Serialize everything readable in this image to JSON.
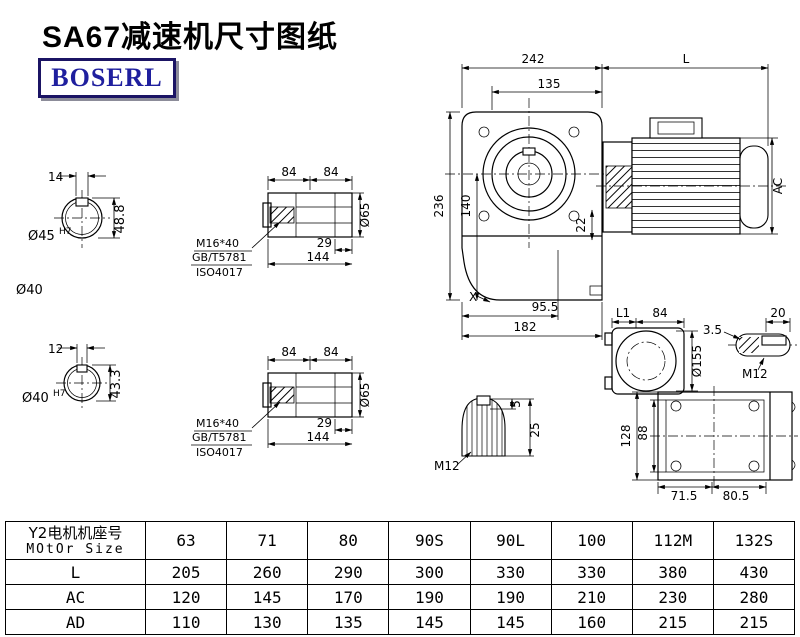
{
  "title": "SA67减速机尺寸图纸",
  "logo": "BOSERL",
  "drawing": {
    "shaft_end_1": {
      "keyway_width": "14",
      "height": "48.8",
      "bore": "Ø45",
      "bore_tol": "H7",
      "label_below": "Ø40"
    },
    "shaft_end_2": {
      "keyway_width": "12",
      "height": "43.3",
      "bore": "Ø40",
      "bore_tol": "H7"
    },
    "shaft_side_1": {
      "len_a": "84",
      "len_b": "84",
      "len_c": "29",
      "len_total": "144",
      "dia": "Ø65",
      "bolt": "M16*40",
      "std_gb": "GB/T5781",
      "std_iso": "ISO4017"
    },
    "shaft_side_2": {
      "len_a": "84",
      "len_b": "84",
      "len_c": "29",
      "len_total": "144",
      "dia": "Ø65",
      "bolt": "M16*40",
      "std_gb": "GB/T5781",
      "std_iso": "ISO4017"
    },
    "front_view": {
      "width": "242",
      "motor_len": "L",
      "flange_w": "135",
      "height": "236",
      "center_h": "140",
      "shoulder": "22",
      "mark": "X",
      "base_a": "95.5",
      "base_b": "182",
      "motor_dia": "AC"
    },
    "side_view": {
      "l1": "L1",
      "w": "84",
      "key_t": "3.5",
      "key_l": "20",
      "flange_dia": "Ø155",
      "thread": "M12"
    },
    "key_section": {
      "h5": "5",
      "h25": "25",
      "thread": "M12"
    },
    "top_view": {
      "h128": "128",
      "h88": "88",
      "w1": "71.5",
      "w2": "80.5"
    }
  },
  "table": {
    "header_cn": "Y2电机机座号",
    "header_en": "MOtOr Size",
    "columns": [
      "63",
      "71",
      "80",
      "90S",
      "90L",
      "100",
      "112M",
      "132S"
    ],
    "rows": [
      {
        "label": "L",
        "values": [
          "205",
          "260",
          "290",
          "300",
          "330",
          "330",
          "380",
          "430"
        ]
      },
      {
        "label": "AC",
        "values": [
          "120",
          "145",
          "170",
          "190",
          "190",
          "210",
          "230",
          "280"
        ]
      },
      {
        "label": "AD",
        "values": [
          "110",
          "130",
          "135",
          "145",
          "145",
          "160",
          "215",
          "215"
        ]
      }
    ]
  }
}
